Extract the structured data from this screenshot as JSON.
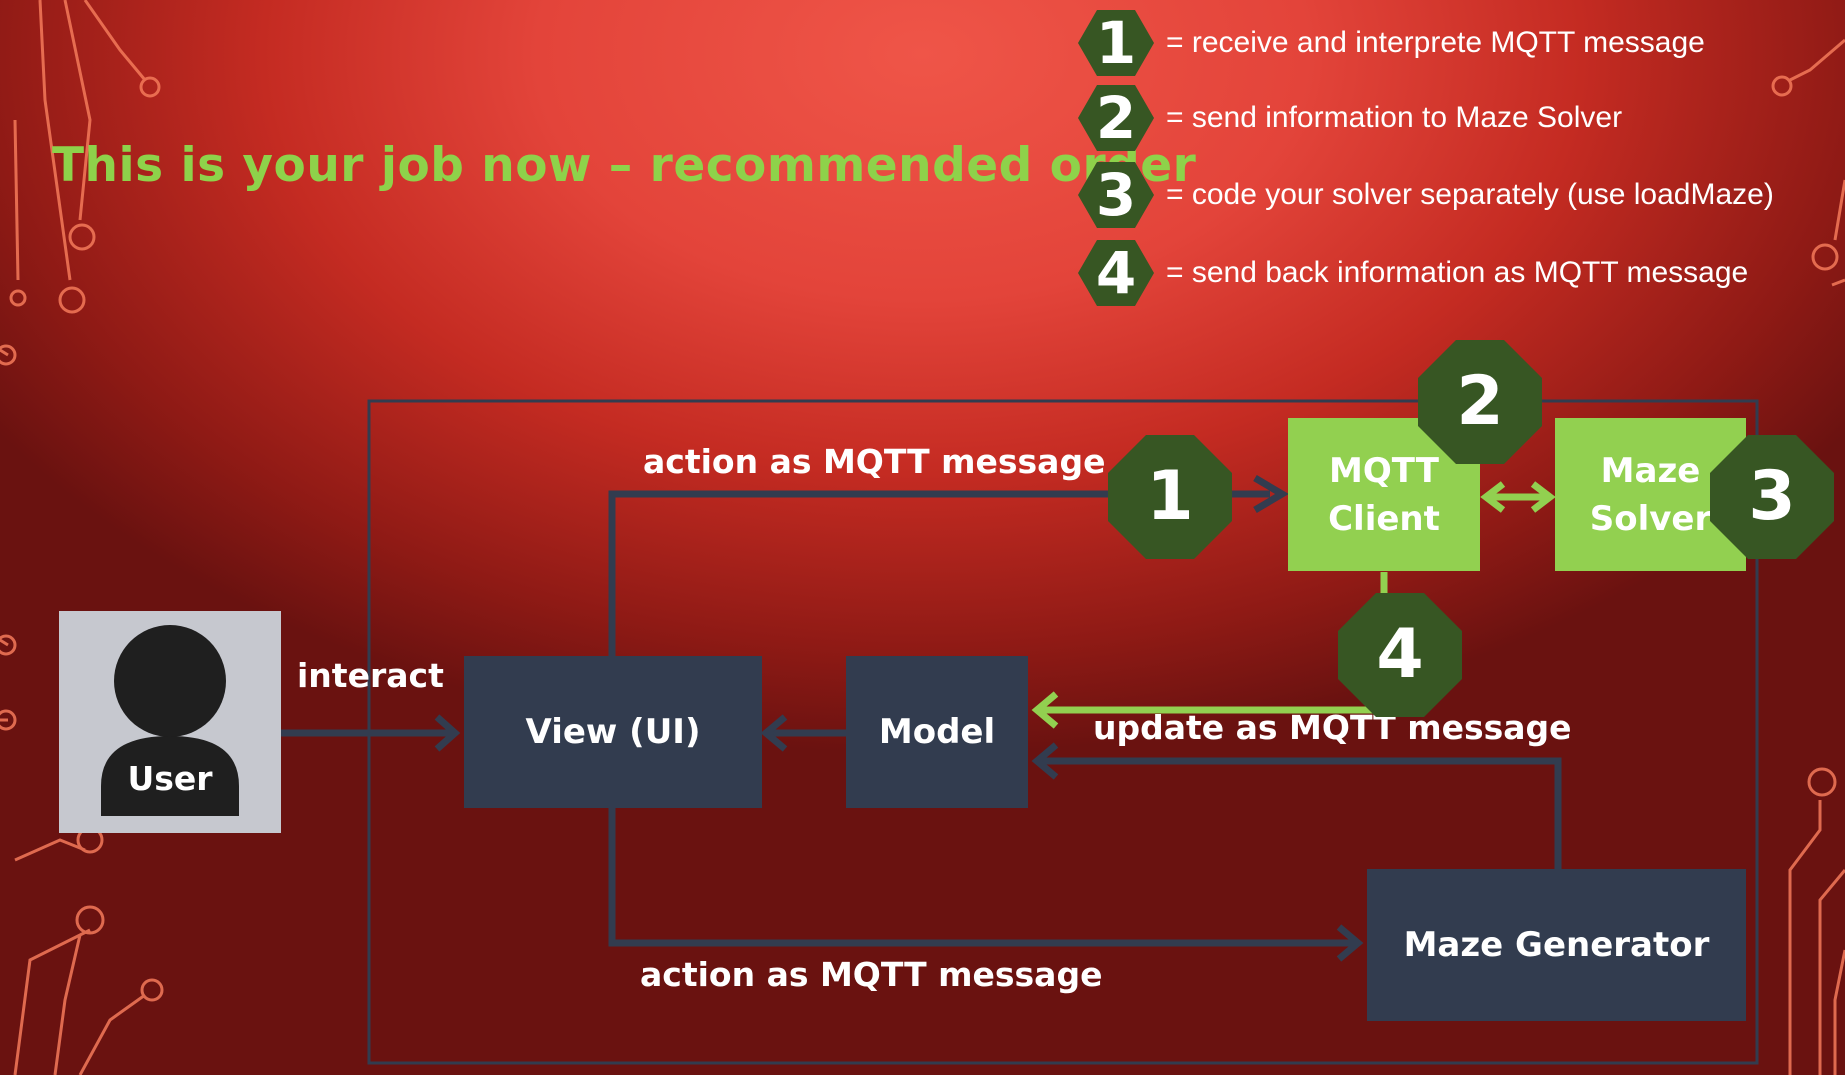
{
  "title": "This is your job now – recommended order",
  "legend": [
    {
      "num": "1",
      "text": "= receive and interprete MQTT message"
    },
    {
      "num": "2",
      "text": "= send information to Maze Solver"
    },
    {
      "num": "3",
      "text": "= code your solver separately (use loadMaze)"
    },
    {
      "num": "4",
      "text": "= send back information as MQTT message"
    }
  ],
  "nodes": {
    "user": "User",
    "view": "View (UI)",
    "model": "Model",
    "mqtt_client_line1": "MQTT",
    "mqtt_client_line2": "Client",
    "maze_solver_line1": "Maze",
    "maze_solver_line2": "Solver",
    "maze_generator": "Maze Generator"
  },
  "edges": {
    "interact": "interact",
    "action_top": "action as MQTT message",
    "update": "update as MQTT message",
    "action_bottom": "action as MQTT message"
  },
  "badges": [
    "1",
    "2",
    "3",
    "4"
  ],
  "colors": {
    "accent_green": "#92d050",
    "title_green": "#8ed24a",
    "dark_box": "#323c4f",
    "badge_green": "#375623",
    "circuit": "#f47a5a"
  }
}
